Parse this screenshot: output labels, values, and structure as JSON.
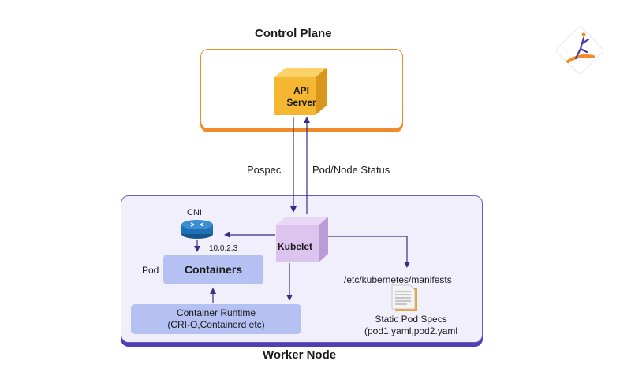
{
  "control_plane": {
    "title": "Control Plane",
    "api_server_line1": "API",
    "api_server_line2": "Server"
  },
  "worker_node": {
    "title": "Worker Node",
    "kubelet": "Kubelet",
    "cni": "CNI",
    "ip": "10.0.2.3",
    "pod": "Pod",
    "containers": "Containers",
    "runtime_line1": "Container Runtime",
    "runtime_line2": "(CRI-O,Containerd etc)",
    "manifests_path": "/etc/kubernetes/manifests",
    "static_line1": "Static Pod Specs",
    "static_line2": "(pod1.yaml,pod2.yaml"
  },
  "edges": {
    "pospec": "Pospec",
    "status": "Pod/Node Status"
  },
  "colors": {
    "control_border": "#f08a2b",
    "api_server": "#f5b731",
    "worker_border": "#6b5bc2",
    "worker_fill": "#f0effb",
    "kubelet": "#dcc4ee",
    "component_fill": "#b5c0f3",
    "arrow": "#3b2c8a",
    "router": "#1f6fb5"
  },
  "logo": {
    "icon": "brand-logo-icon"
  }
}
